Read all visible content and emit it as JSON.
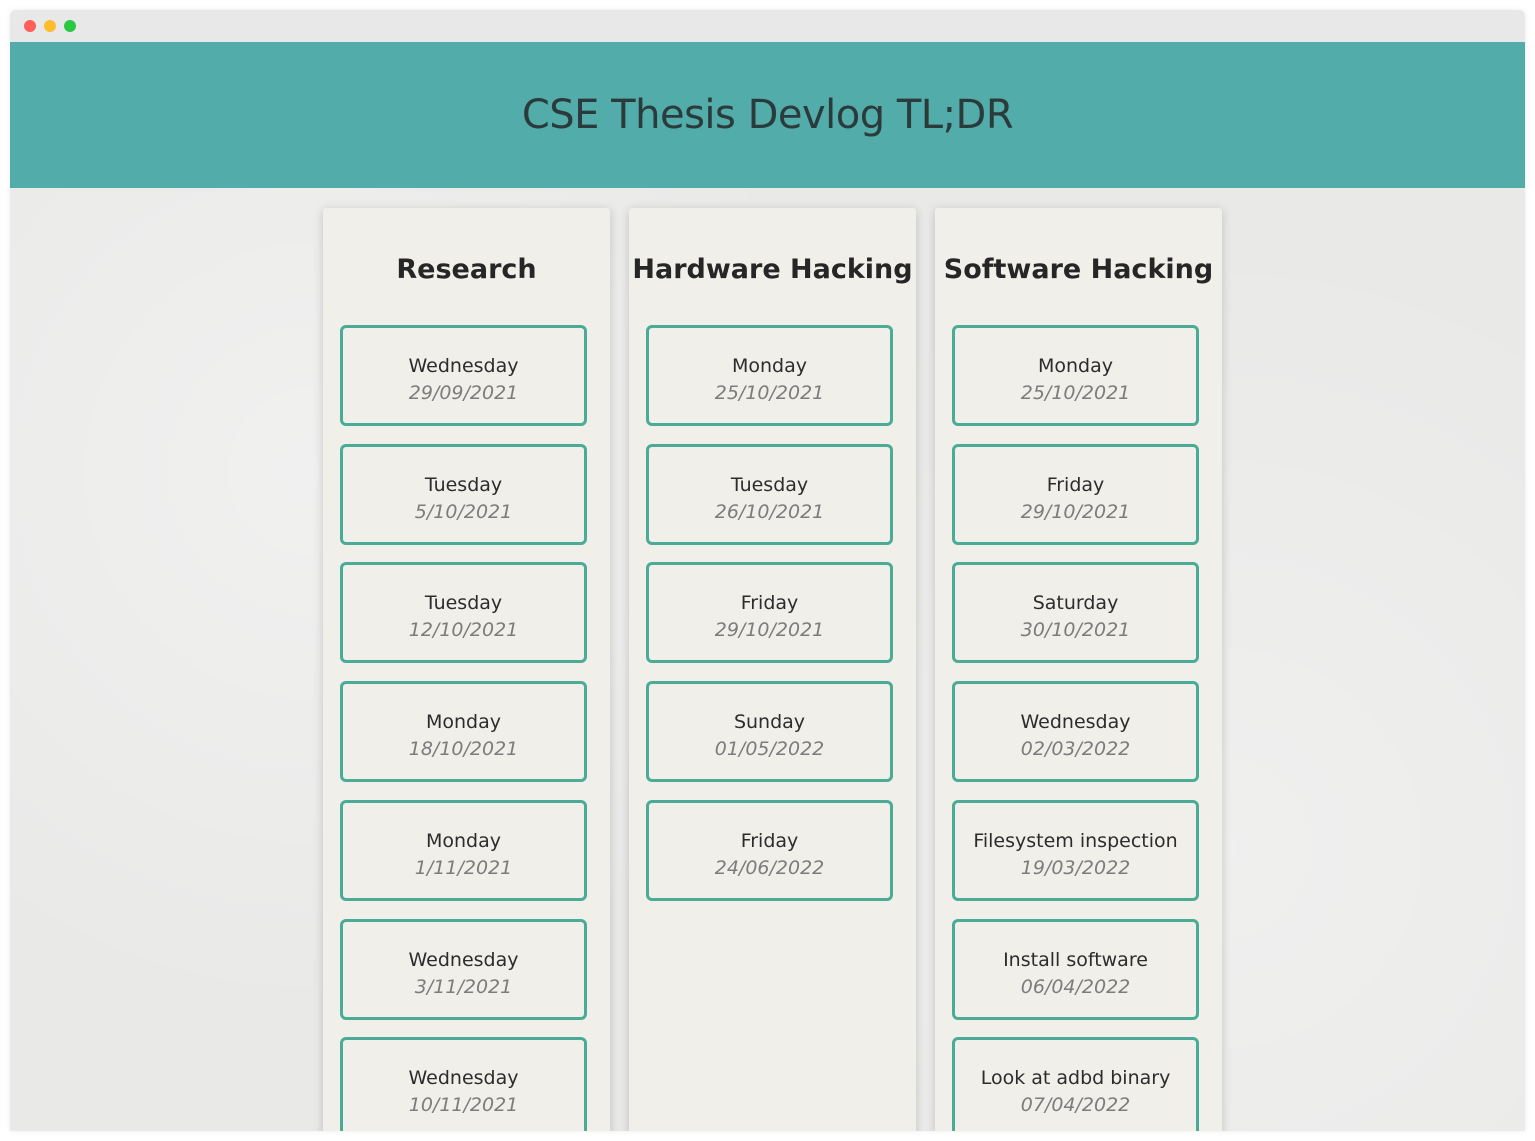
{
  "page": {
    "title": "CSE Thesis Devlog TL;DR"
  },
  "colors": {
    "header": "#52aca9",
    "card_border": "#4aab96",
    "column_bg": "#f0efea"
  },
  "columns": [
    {
      "title": "Research",
      "cards": [
        {
          "label": "Wednesday",
          "date": "29/09/2021"
        },
        {
          "label": "Tuesday",
          "date": "5/10/2021"
        },
        {
          "label": "Tuesday",
          "date": "12/10/2021"
        },
        {
          "label": "Monday",
          "date": "18/10/2021"
        },
        {
          "label": "Monday",
          "date": "1/11/2021"
        },
        {
          "label": "Wednesday",
          "date": "3/11/2021"
        },
        {
          "label": "Wednesday",
          "date": "10/11/2021"
        }
      ]
    },
    {
      "title": "Hardware Hacking",
      "cards": [
        {
          "label": "Monday",
          "date": "25/10/2021"
        },
        {
          "label": "Tuesday",
          "date": "26/10/2021"
        },
        {
          "label": "Friday",
          "date": "29/10/2021"
        },
        {
          "label": "Sunday",
          "date": "01/05/2022"
        },
        {
          "label": "Friday",
          "date": "24/06/2022"
        }
      ]
    },
    {
      "title": "Software Hacking",
      "cards": [
        {
          "label": "Monday",
          "date": "25/10/2021"
        },
        {
          "label": "Friday",
          "date": "29/10/2021"
        },
        {
          "label": "Saturday",
          "date": "30/10/2021"
        },
        {
          "label": "Wednesday",
          "date": "02/03/2022"
        },
        {
          "label": "Filesystem inspection",
          "date": "19/03/2022"
        },
        {
          "label": "Install software",
          "date": "06/04/2022"
        },
        {
          "label": "Look at adbd binary",
          "date": "07/04/2022"
        }
      ]
    }
  ]
}
